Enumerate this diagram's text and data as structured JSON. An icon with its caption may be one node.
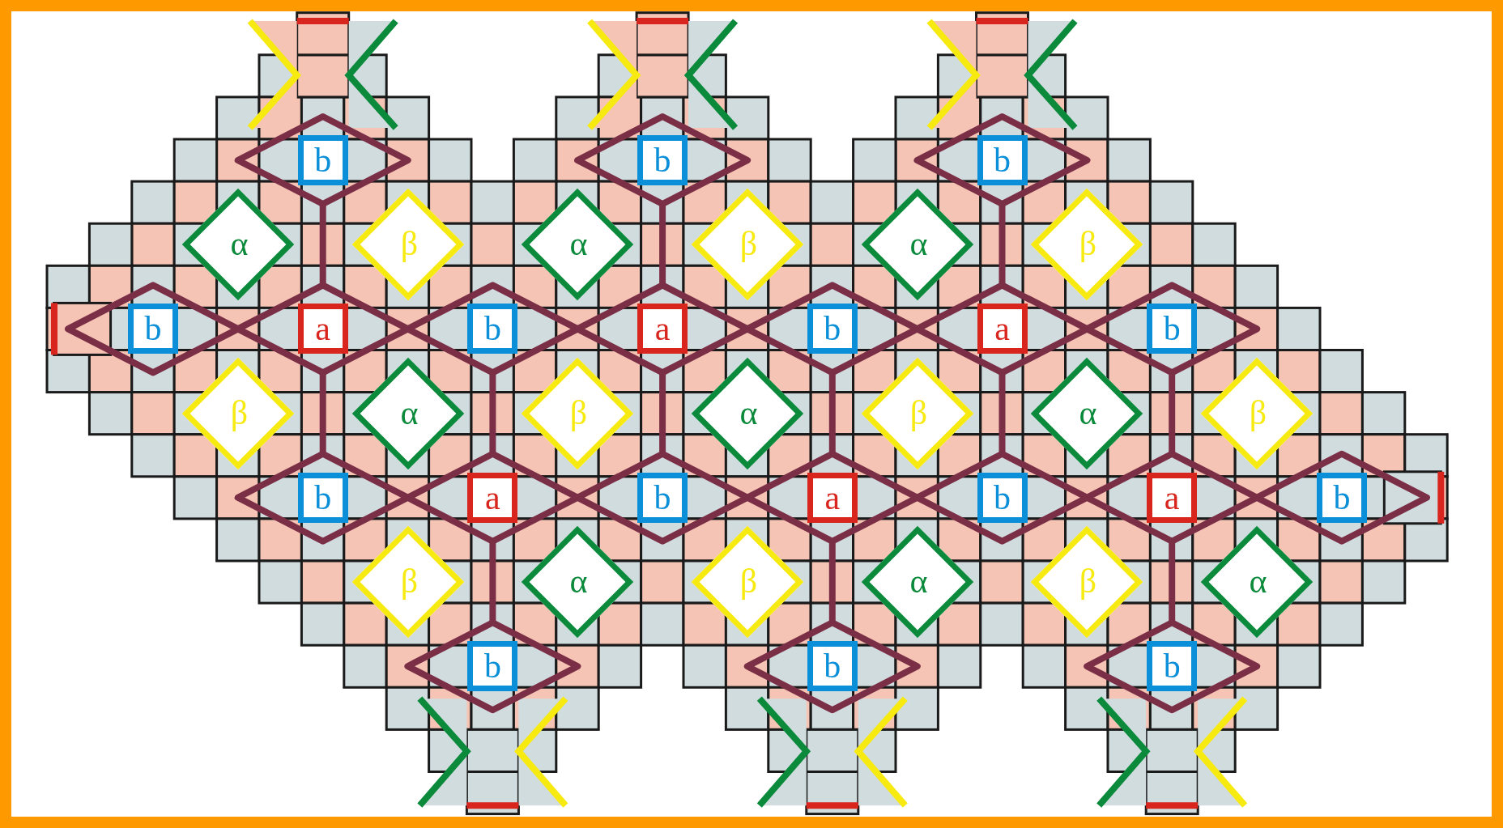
{
  "diagram": {
    "nodes": [
      {
        "text": [
          "b"
        ]
      },
      {
        "text": [
          "b"
        ]
      },
      {
        "text": [
          "b"
        ]
      },
      {
        "text": [
          "α"
        ]
      },
      {
        "text": [
          "β"
        ]
      },
      {
        "text": [
          "α"
        ]
      },
      {
        "text": [
          "β"
        ]
      },
      {
        "text": [
          "α"
        ]
      },
      {
        "text": [
          "β"
        ]
      },
      {
        "text": [
          "b"
        ]
      },
      {
        "text": [
          "a"
        ]
      },
      {
        "text": [
          "b"
        ]
      },
      {
        "text": [
          "a"
        ]
      },
      {
        "text": [
          "b"
        ]
      },
      {
        "text": [
          "a"
        ]
      },
      {
        "text": [
          "b"
        ]
      },
      {
        "text": [
          "β"
        ]
      },
      {
        "text": [
          "α"
        ]
      },
      {
        "text": [
          "β"
        ]
      },
      {
        "text": [
          "α"
        ]
      },
      {
        "text": [
          "β"
        ]
      },
      {
        "text": [
          "α"
        ]
      },
      {
        "text": [
          "β"
        ]
      },
      {
        "text": [
          "b"
        ]
      },
      {
        "text": [
          "a"
        ]
      },
      {
        "text": [
          "b"
        ]
      },
      {
        "text": [
          "a"
        ]
      },
      {
        "text": [
          "b"
        ]
      },
      {
        "text": [
          "a"
        ]
      },
      {
        "text": [
          "b"
        ]
      },
      {
        "text": [
          "β"
        ]
      },
      {
        "text": [
          "α"
        ]
      },
      {
        "text": [
          "β"
        ]
      },
      {
        "text": [
          "α"
        ]
      },
      {
        "text": [
          "β"
        ]
      },
      {
        "text": [
          "α"
        ]
      },
      {
        "text": [
          "b"
        ]
      },
      {
        "text": [
          "b"
        ]
      },
      {
        "text": [
          "b"
        ]
      }
    ]
  }
}
